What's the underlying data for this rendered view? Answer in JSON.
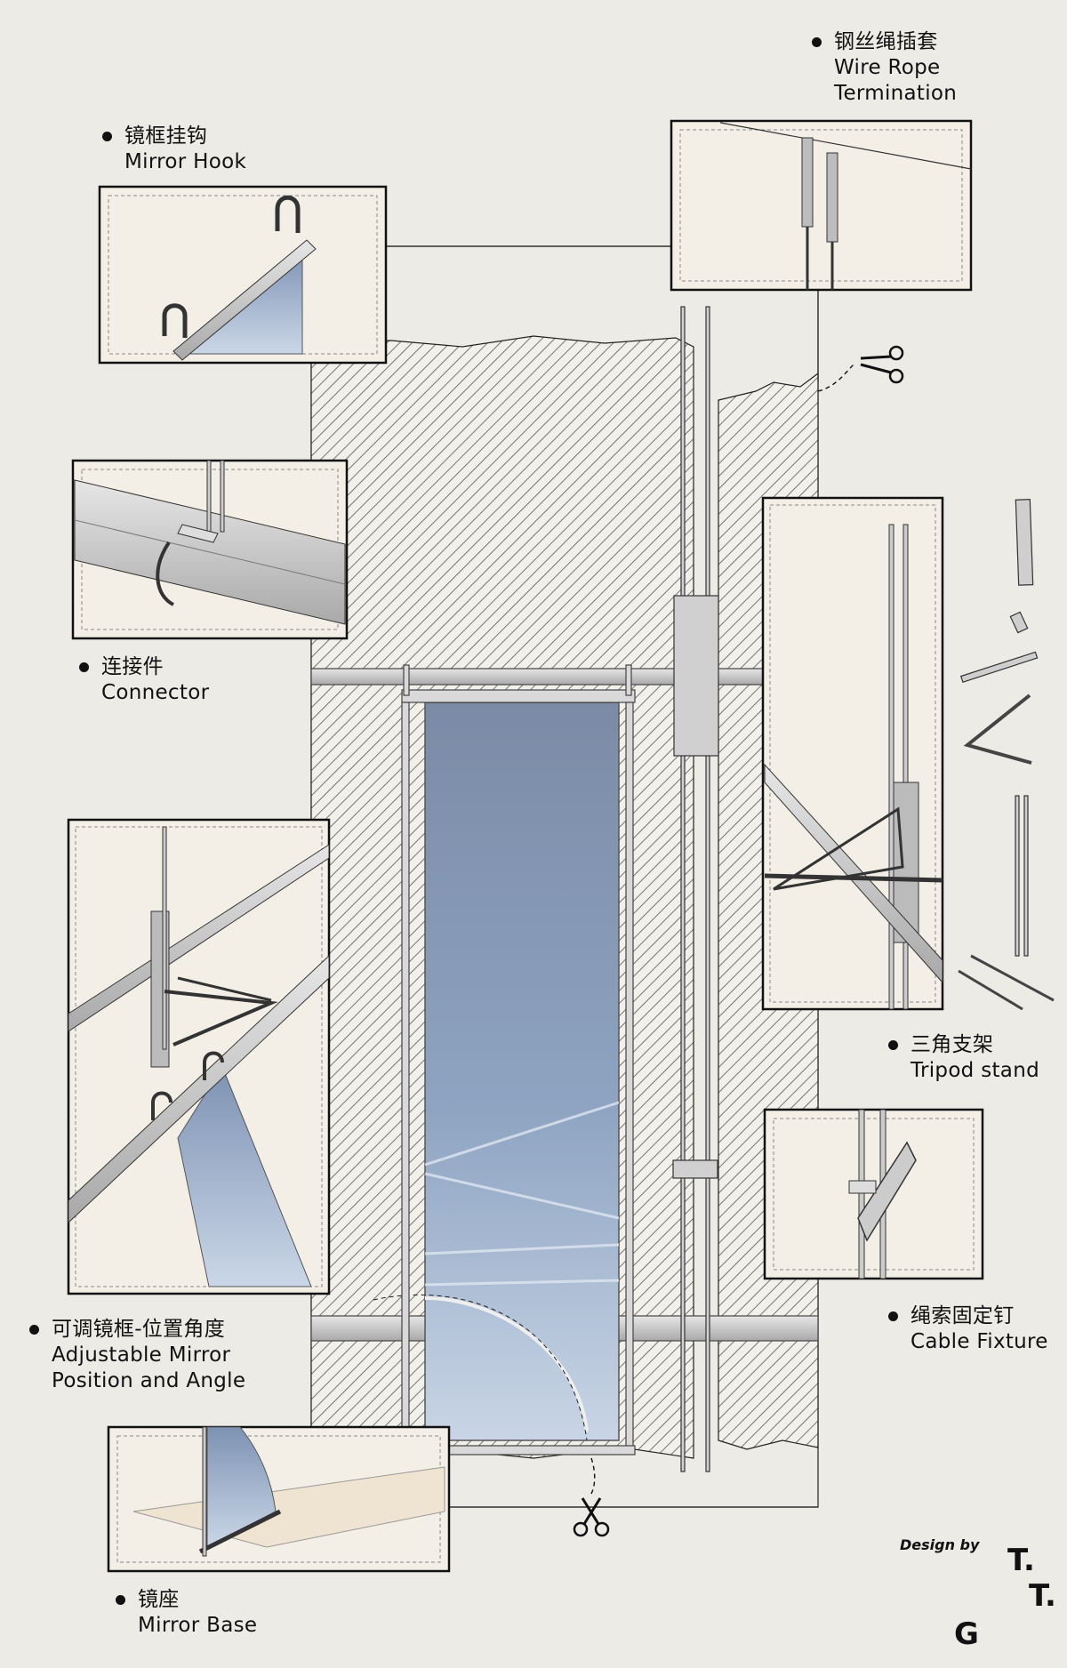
{
  "labels": {
    "wire_rope": {
      "zh": "钢丝绳插套",
      "en1": "Wire Rope",
      "en2": "Termination"
    },
    "mirror_hook": {
      "zh": "镜框挂钩",
      "en1": "Mirror Hook"
    },
    "connector": {
      "zh": "连接件",
      "en1": "Connector"
    },
    "tripod": {
      "zh": "三角支架",
      "en1": "Tripod stand"
    },
    "cable_fixture": {
      "zh": "绳索固定钉",
      "en1": "Cable Fixture"
    },
    "adjustable": {
      "zh": "可调镜框-位置角度",
      "en1": "Adjustable Mirror",
      "en2": "Position and Angle"
    },
    "mirror_base": {
      "zh": "镜座",
      "en1": "Mirror Base"
    }
  },
  "credit": {
    "text": "Design by"
  },
  "logo": {
    "t1": "T.",
    "t2": "T.",
    "g": "G"
  },
  "icons": [
    "scissors-icon"
  ],
  "colors": {
    "background": "#ecebe6",
    "panel": "#f4efe6",
    "mirror": "#7f92ad",
    "hatch": "#4a4a4a",
    "metal": "#c9c9c9"
  }
}
